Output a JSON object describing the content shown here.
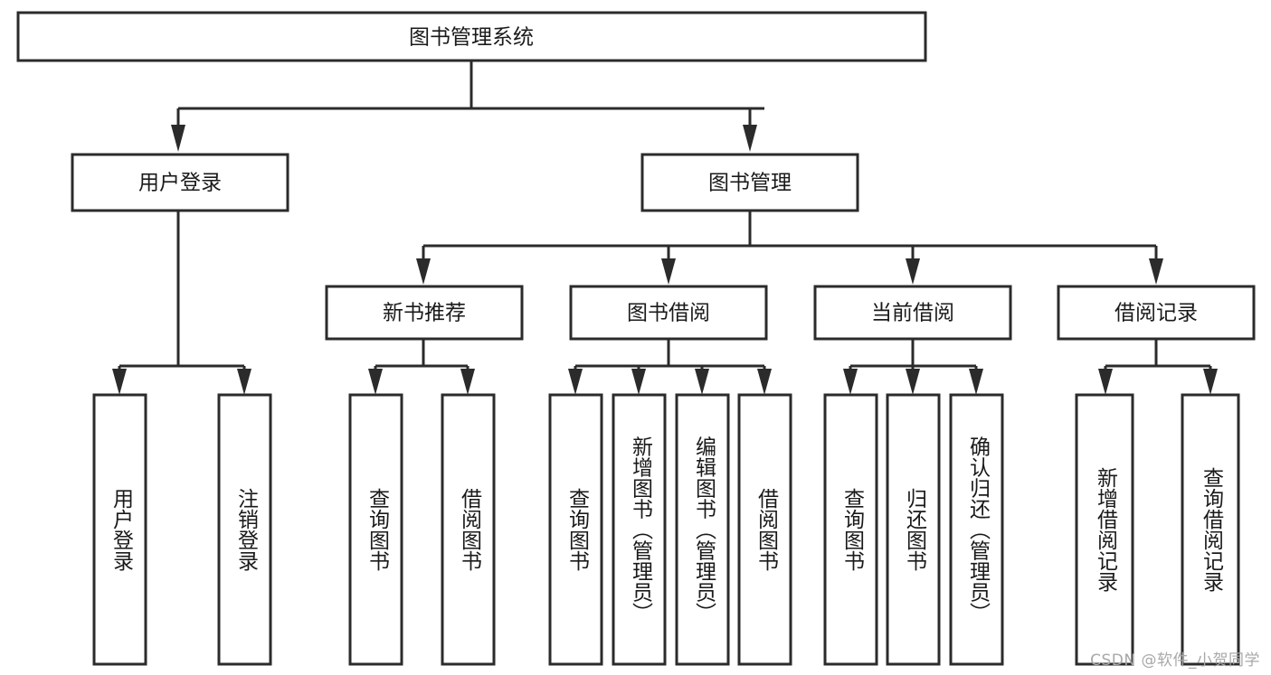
{
  "diagram": {
    "title": "图书管理系统",
    "type": "tree-hierarchy-chart",
    "root": {
      "label": "图书管理系统"
    },
    "level2": [
      {
        "label": "用户登录"
      },
      {
        "label": "图书管理"
      }
    ],
    "level3": [
      {
        "label": "新书推荐"
      },
      {
        "label": "图书借阅"
      },
      {
        "label": "当前借阅"
      },
      {
        "label": "借阅记录"
      }
    ],
    "leaves": {
      "user_login": [
        {
          "label": "用户登录"
        },
        {
          "label": "注销登录"
        }
      ],
      "new_book_recommend": [
        {
          "label": "查询图书"
        },
        {
          "label": "借阅图书"
        }
      ],
      "book_borrow": [
        {
          "label": "查询图书"
        },
        {
          "label": "新增图书（管理员）"
        },
        {
          "label": "编辑图书（管理员）"
        },
        {
          "label": "借阅图书"
        }
      ],
      "current_borrow": [
        {
          "label": "查询图书"
        },
        {
          "label": "归还图书"
        },
        {
          "label": "确认归还（管理员）"
        }
      ],
      "borrow_record": [
        {
          "label": "新增借阅记录"
        },
        {
          "label": "查询借阅记录"
        }
      ]
    }
  },
  "watermark": {
    "text": "CSDN @软件_小贺同学"
  },
  "colors": {
    "stroke": "#2b2b2b",
    "fill": "#ffffff",
    "text": "#1a1a1a",
    "watermark": "#a8a8a8"
  }
}
